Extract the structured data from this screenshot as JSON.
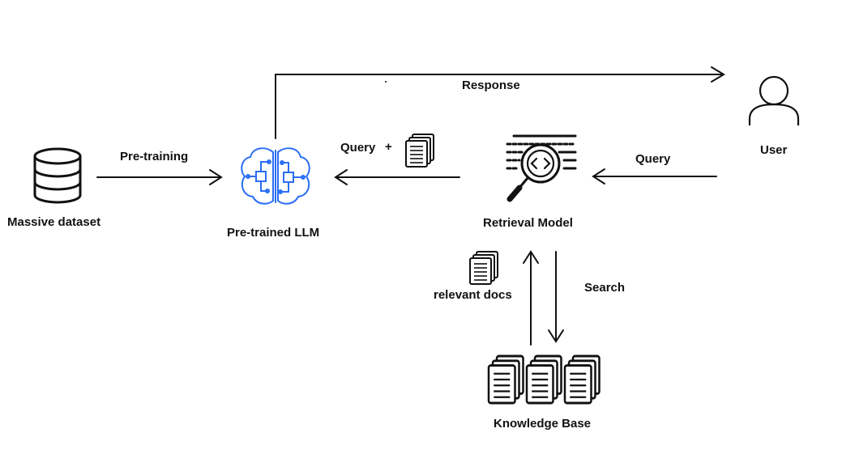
{
  "nodes": {
    "dataset": {
      "label": "Massive dataset",
      "icon": "database-icon"
    },
    "llm": {
      "label": "Pre-trained LLM",
      "icon": "brain-chip-icon",
      "color": "#2a6ef5"
    },
    "retrieval": {
      "label": "Retrieval Model",
      "icon": "magnifier-code-icon"
    },
    "user": {
      "label": "User",
      "icon": "user-icon"
    },
    "kb": {
      "label": "Knowledge Base",
      "icon": "document-stacks-icon"
    }
  },
  "edges": {
    "pretraining": {
      "label": "Pre-training"
    },
    "response": {
      "label": "Response"
    },
    "query_user": {
      "label": "Query"
    },
    "query_docs": {
      "label": "Query",
      "plus": "+",
      "icon": "documents-icon"
    },
    "search": {
      "label": "Search"
    },
    "relevant_docs": {
      "label": "relevant docs",
      "icon": "documents-icon"
    }
  }
}
